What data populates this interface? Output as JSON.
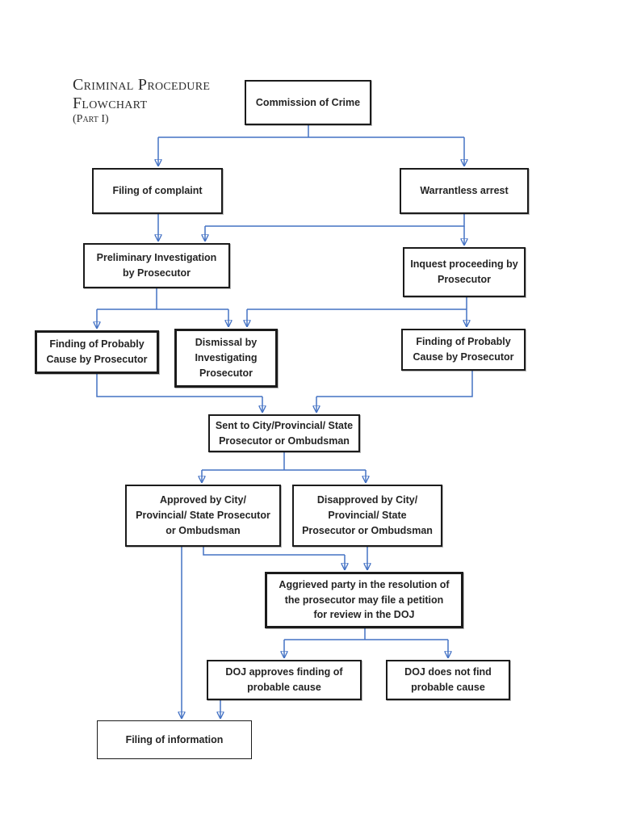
{
  "title": {
    "line1": "Criminal Procedure",
    "line2": "Flowchart",
    "line3": "(Part I)"
  },
  "nodes": {
    "commission": {
      "label": "Commission of Crime"
    },
    "filing_complaint": {
      "label": "Filing of complaint"
    },
    "warrantless_arrest": {
      "label": "Warrantless arrest"
    },
    "preliminary_investigation": {
      "label": "Preliminary Investigation\nby Prosecutor"
    },
    "inquest": {
      "label": "Inquest proceeding by\nProsecutor"
    },
    "finding_probable_cause_left": {
      "label": "Finding of Probably\nCause by Prosecutor"
    },
    "dismissal": {
      "label": "Dismissal by\nInvestigating\nProsecutor"
    },
    "finding_probable_cause_right": {
      "label": "Finding of Probably\nCause by Prosecutor"
    },
    "sent_to": {
      "label": "Sent to City/Provincial/ State\nProsecutor or Ombudsman"
    },
    "approved": {
      "label": "Approved by City/\nProvincial/ State Prosecutor\nor Ombudsman"
    },
    "disapproved": {
      "label": "Disapproved by City/\nProvincial/ State\nProsecutor or Ombudsman"
    },
    "aggrieved": {
      "label": "Aggrieved party in the resolution of\nthe prosecutor may file a petition\nfor review in the DOJ"
    },
    "doj_approves": {
      "label": "DOJ approves finding of\nprobable cause"
    },
    "doj_not_find": {
      "label": "DOJ does not find\nprobable cause"
    },
    "filing_information": {
      "label": "Filing of information"
    }
  },
  "edges": [
    {
      "from": "commission",
      "to": "filing_complaint"
    },
    {
      "from": "commission",
      "to": "warrantless_arrest"
    },
    {
      "from": "filing_complaint",
      "to": "preliminary_investigation"
    },
    {
      "from": "warrantless_arrest",
      "to": "preliminary_investigation"
    },
    {
      "from": "warrantless_arrest",
      "to": "inquest"
    },
    {
      "from": "preliminary_investigation",
      "to": "finding_probable_cause_left"
    },
    {
      "from": "preliminary_investigation",
      "to": "dismissal"
    },
    {
      "from": "inquest",
      "to": "dismissal"
    },
    {
      "from": "inquest",
      "to": "finding_probable_cause_right"
    },
    {
      "from": "finding_probable_cause_left",
      "to": "sent_to"
    },
    {
      "from": "finding_probable_cause_right",
      "to": "sent_to"
    },
    {
      "from": "sent_to",
      "to": "approved"
    },
    {
      "from": "sent_to",
      "to": "disapproved"
    },
    {
      "from": "approved",
      "to": "filing_information"
    },
    {
      "from": "approved",
      "to": "aggrieved"
    },
    {
      "from": "disapproved",
      "to": "aggrieved"
    },
    {
      "from": "aggrieved",
      "to": "doj_approves"
    },
    {
      "from": "aggrieved",
      "to": "doj_not_find"
    },
    {
      "from": "doj_approves",
      "to": "filing_information"
    }
  ],
  "colors": {
    "arrow": "#4472C4",
    "box_border": "#1b1b1b",
    "text": "#242424",
    "background": "#ffffff"
  }
}
